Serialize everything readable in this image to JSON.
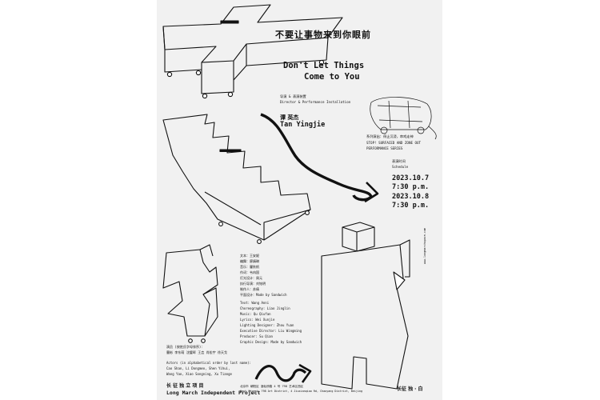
{
  "poster": {
    "title_cn": "不要让事物来到你眼前",
    "title_en_line1": "Don't Let Things",
    "title_en_line2": "Come to You",
    "director_label_cn": "导演 & 表演装置",
    "director_label_en": "Director & Performance Installation",
    "director_name_cn": "谭 英杰",
    "director_name_en": "Tan Yingjie",
    "series_cn": "系列演出：停止沉浸，串戏走神",
    "series_en_line1": "STOP! SURFACED AND ZONE OUT",
    "series_en_line2": "PERFORMANCE SERIES",
    "schedule_label_cn": "表演时间",
    "schedule_label_en": "Schedule",
    "schedule": [
      {
        "date": "2023.10.7",
        "time": "7:30 p.m."
      },
      {
        "date": "2023.10.8",
        "time": "7:30 p.m."
      }
    ],
    "credits_cn": "文本：王安妮\n编舞：廖婧琳\n音乐：瞿秋帆\n作词：韦冉国\n灯光设计：周元\n执行导演：刘铭明\n制作人：苏倩\n平面设计：Made by Sandwich",
    "credits_en": "Text: Wang Anni\nChoreography: Liao Jinglin\nMusic: Qu Qiufan\nLyrics: Wei Xunjie\nLighting Designer: Zhou Yuan\nExecutive Director: Liu Wingming\nProducer: Su Qian\nGraphic Design: Made by Sandwich",
    "actors_label_cn": "演员 (按姓氏字母排序)：",
    "actors_cn": "曹彬 李东萌 沈璧晖 王垚 肖松宇 徐天戈",
    "actors_label_en": "Actors (in alphabetical order by last name):",
    "actors_en_line1": "Cao Shan, Li Dongmeo, Shen Yihui,",
    "actors_en_line2": "Wang Yao, Xiao Songning, Xu Tiange",
    "footer_org_cn": "长 征 独 立 项 目",
    "footer_org_en": "Long March Independent Project",
    "footer_address_cn": "北京市 朝阳区 酒仙桥路 4 号 798 艺术区西区",
    "footer_address_en": "West Street, 798 Art District, 4 Jiuxianqiao Rd, Chaoyang District, Beijing",
    "footer_logo_text": "长征 独 · 白",
    "side_text": "www.longmarchspace.com"
  }
}
